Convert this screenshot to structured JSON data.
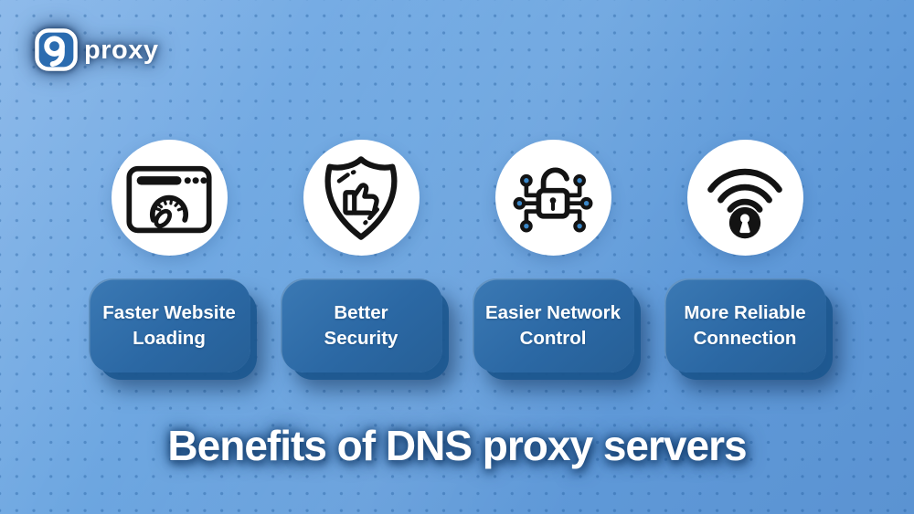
{
  "brand": {
    "name": "proxy",
    "icon": "9proxy-logo-icon"
  },
  "benefits": [
    {
      "icon": "speedometer-browser-icon",
      "lines": [
        "Faster Website",
        "Loading"
      ]
    },
    {
      "icon": "shield-thumbs-up-icon",
      "lines": [
        "Better",
        "Security"
      ]
    },
    {
      "icon": "circuit-lock-icon",
      "lines": [
        "Easier Network",
        "Control"
      ]
    },
    {
      "icon": "wifi-lock-icon",
      "lines": [
        "More Reliable",
        "Connection"
      ]
    }
  ],
  "title": "Benefits of DNS proxy servers",
  "colors": {
    "background_top": "#82B3E8",
    "background_bottom": "#5B93D2",
    "dot_grid": "#1E5A9B",
    "card": "#2B68A4",
    "card_offset_shadow": "#1C5890",
    "circle": "#FFFFFF",
    "icon_stroke": "#131313",
    "circuit_node": "#3A87C8",
    "text": "#FFFFFF",
    "glow": "#12407 4"
  }
}
